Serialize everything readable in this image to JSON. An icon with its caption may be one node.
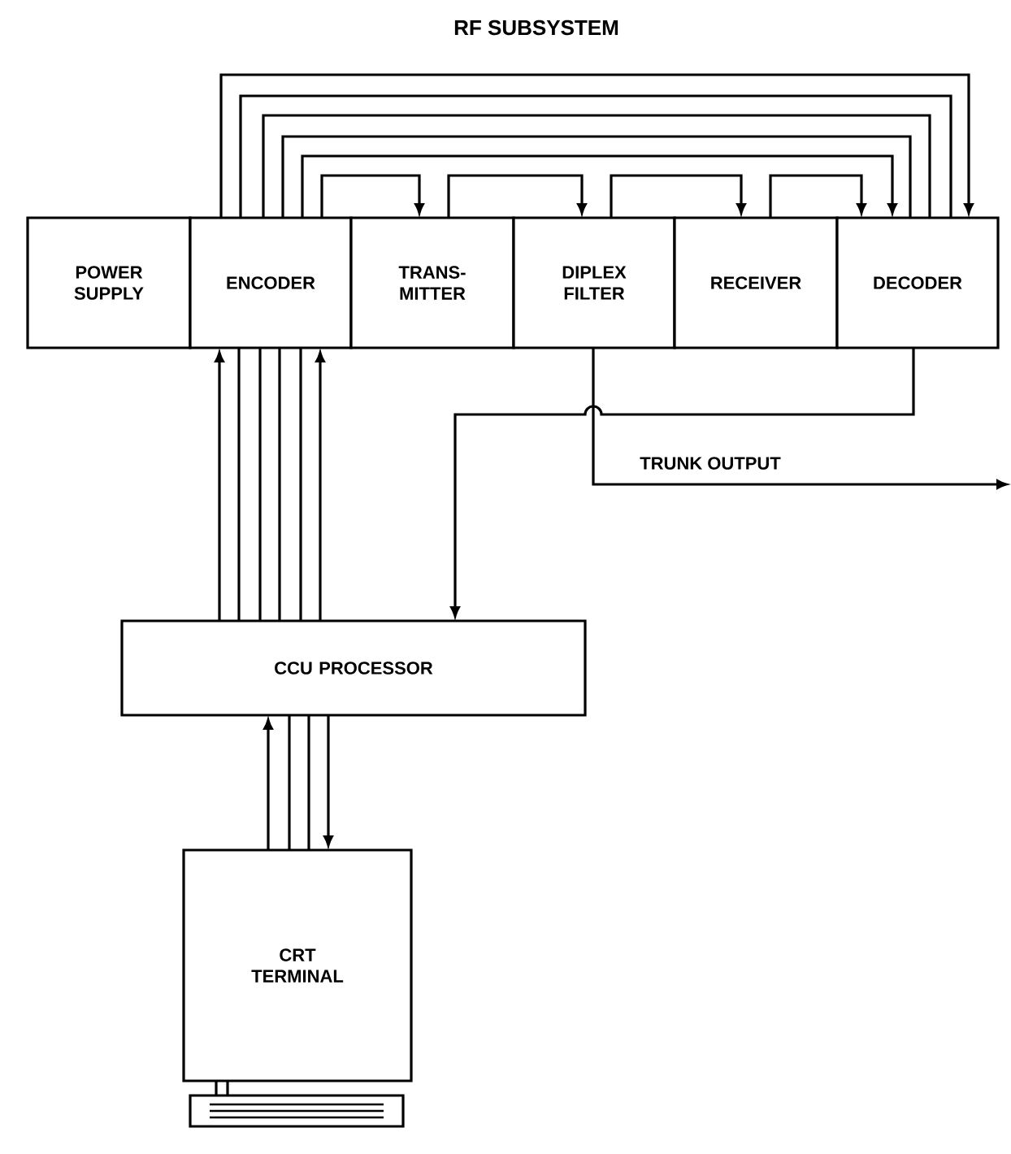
{
  "diagram": {
    "title": "RF SUBSYSTEM",
    "nodes": [
      {
        "text": [
          "POWER SUPPLY"
        ]
      },
      {
        "text": [
          "ENCODER"
        ]
      },
      {
        "text": [
          "TRANS- MITTER"
        ]
      },
      {
        "text": [
          "DIPLEX FILTER"
        ]
      },
      {
        "text": [
          "RECEIVER"
        ]
      },
      {
        "text": [
          "DECODER"
        ]
      },
      {
        "text": [
          "CCU PROCESSOR"
        ]
      },
      {
        "text": [
          "CRT TERMINAL"
        ]
      },
      {
        "text": [],
        "shape": "box"
      }
    ],
    "edges": [
      {
        "from": 1,
        "to": 2,
        "arrow": "to"
      },
      {
        "from": 2,
        "to": 3,
        "arrow": "to"
      },
      {
        "from": 3,
        "to": 4,
        "arrow": "to"
      },
      {
        "from": 4,
        "to": 5,
        "arrow": "to"
      },
      {
        "from": 1,
        "to": 5,
        "arrow": "to"
      },
      {
        "from": 1,
        "to": 5,
        "arrow": "none"
      },
      {
        "from": 1,
        "to": 5,
        "arrow": "none"
      },
      {
        "from": 1,
        "to": 5,
        "arrow": "none"
      },
      {
        "from": 1,
        "to": 5,
        "arrow": "to"
      },
      {
        "from": 6,
        "to": 1,
        "arrow": "to"
      },
      {
        "from": 6,
        "to": 1,
        "arrow": "none"
      },
      {
        "from": 6,
        "to": 1,
        "arrow": "none"
      },
      {
        "from": 6,
        "to": 1,
        "arrow": "none"
      },
      {
        "from": 6,
        "to": 1,
        "arrow": "none"
      },
      {
        "from": 6,
        "to": 1,
        "arrow": "to"
      },
      {
        "from": 5,
        "to": 6,
        "arrow": "to"
      },
      {
        "from": 3,
        "to": null,
        "arrow": "to",
        "label": "TRUNK OUTPUT"
      },
      {
        "from": 7,
        "to": 6,
        "arrow": "to"
      },
      {
        "from": 7,
        "to": 6,
        "arrow": "none"
      },
      {
        "from": 7,
        "to": 6,
        "arrow": "none"
      },
      {
        "from": 6,
        "to": 7,
        "arrow": "to"
      },
      {
        "from": 7,
        "to": 8,
        "arrow": "none"
      },
      {
        "from": 7,
        "to": 8,
        "arrow": "none"
      }
    ]
  }
}
